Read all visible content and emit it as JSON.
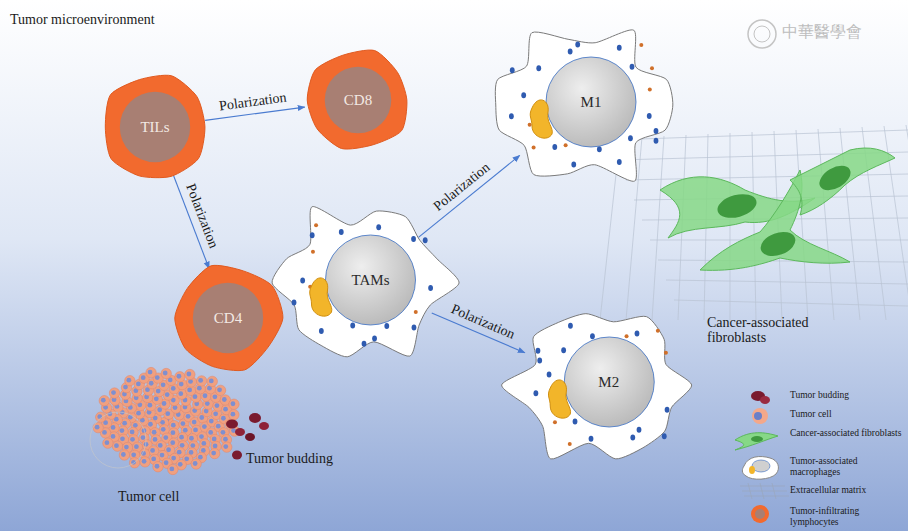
{
  "diagram": {
    "title": "Tumor microenvironment",
    "nodes": [
      {
        "text": [
          "TILs"
        ]
      },
      {
        "text": [
          "CD8"
        ]
      },
      {
        "text": [
          "M1"
        ]
      },
      {
        "text": [
          "TAMs"
        ]
      },
      {
        "text": [
          "CD4"
        ]
      },
      {
        "text": [
          "M2"
        ]
      }
    ],
    "edges": [
      {
        "from": 0,
        "to": 1,
        "label": "Polarization",
        "arrow": "to"
      },
      {
        "from": 0,
        "to": 4,
        "label": "Polarization",
        "arrow": "to"
      },
      {
        "from": 3,
        "to": 2,
        "label": "Polarization",
        "arrow": "to"
      },
      {
        "from": 3,
        "to": 5,
        "label": "Polarization",
        "arrow": "to"
      }
    ],
    "labels": [
      "Cancer-associated fibroblasts",
      "Tumor budding",
      "Tumor cell",
      "中華醫學會"
    ],
    "legend": [
      {
        "text": "Tumor budding"
      },
      {
        "text": "Tumor cell"
      },
      {
        "text": "Cancer-associated fibroblasts"
      },
      {
        "text": "Tumor-associated macrophages"
      },
      {
        "text": "Extracellular matrix"
      },
      {
        "text": "Tumor-infiltrating lymphocytes"
      }
    ]
  }
}
